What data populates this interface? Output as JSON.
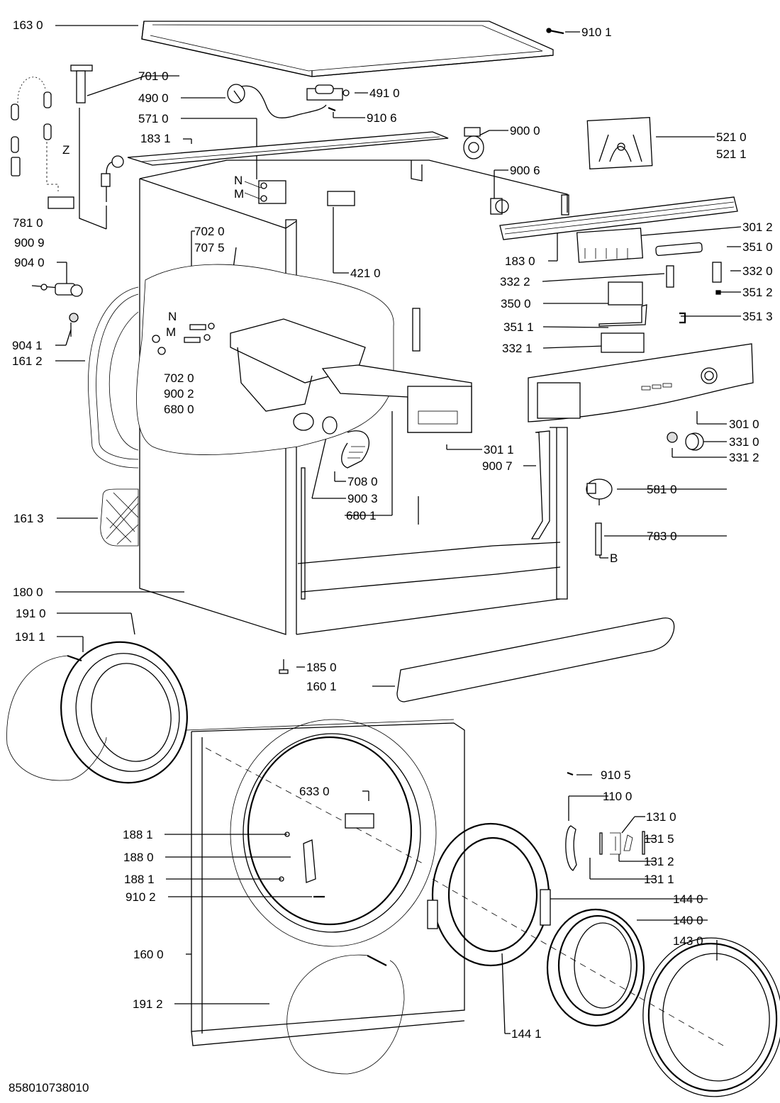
{
  "diagram": {
    "type": "exploded-parts-diagram",
    "subject": "front-loading washing machine cabinet, control panel and door",
    "reference_number": "858010738010",
    "labels": {
      "p1630": "163 0",
      "p9101": "910 1",
      "p7010": "701 0",
      "p4900": "490 0",
      "p4910": "491 0",
      "p5710": "571 0",
      "p9106": "910 6",
      "p9000": "900 0",
      "p5210": "521 0",
      "p5211": "521 1",
      "p1831": "183 1",
      "z": "Z",
      "n1": "N",
      "m1": "M",
      "p9006": "900 6",
      "p7810": "781 0",
      "p3012": "301 2",
      "p9009": "900 9",
      "p7020a": "702 0",
      "p7075": "707 5",
      "p1830": "183 0",
      "p3510": "351 0",
      "p4210": "421 0",
      "p9040": "904 0",
      "p3322": "332 2",
      "p3320": "332 0",
      "p3512": "351 2",
      "p3500": "350 0",
      "p3513": "351 3",
      "n2": "N",
      "m2": "M",
      "p3511": "351 1",
      "p9041": "904 1",
      "p3321": "332 1",
      "p1612": "161 2",
      "p7020b": "702 0",
      "p9002": "900 2",
      "p6800": "680 0",
      "p3010": "301 0",
      "p3011": "301 1",
      "p3310": "331 0",
      "p9007": "900 7",
      "p3312": "331 2",
      "p7080": "708 0",
      "p9003": "900 3",
      "p5810": "581 0",
      "p6801": "680 1",
      "p1613": "161 3",
      "p7830": "783 0",
      "b": "B",
      "p1800": "180 0",
      "p1910": "191 0",
      "p1911": "191 1",
      "p1850": "185 0",
      "p1601": "160 1",
      "p9105": "910 5",
      "p1100": "110 0",
      "p6330": "633 0",
      "p1310": "131 0",
      "p1881a": "188 1",
      "p1315": "131 5",
      "p1880": "188 0",
      "p1312": "131 2",
      "p1311": "131 1",
      "p1881b": "188 1",
      "p9102": "910 2",
      "p1440": "144 0",
      "p1400": "140 0",
      "p1430": "143 0",
      "p1600": "160 0",
      "p1912": "191 2",
      "p1441": "144 1"
    }
  }
}
